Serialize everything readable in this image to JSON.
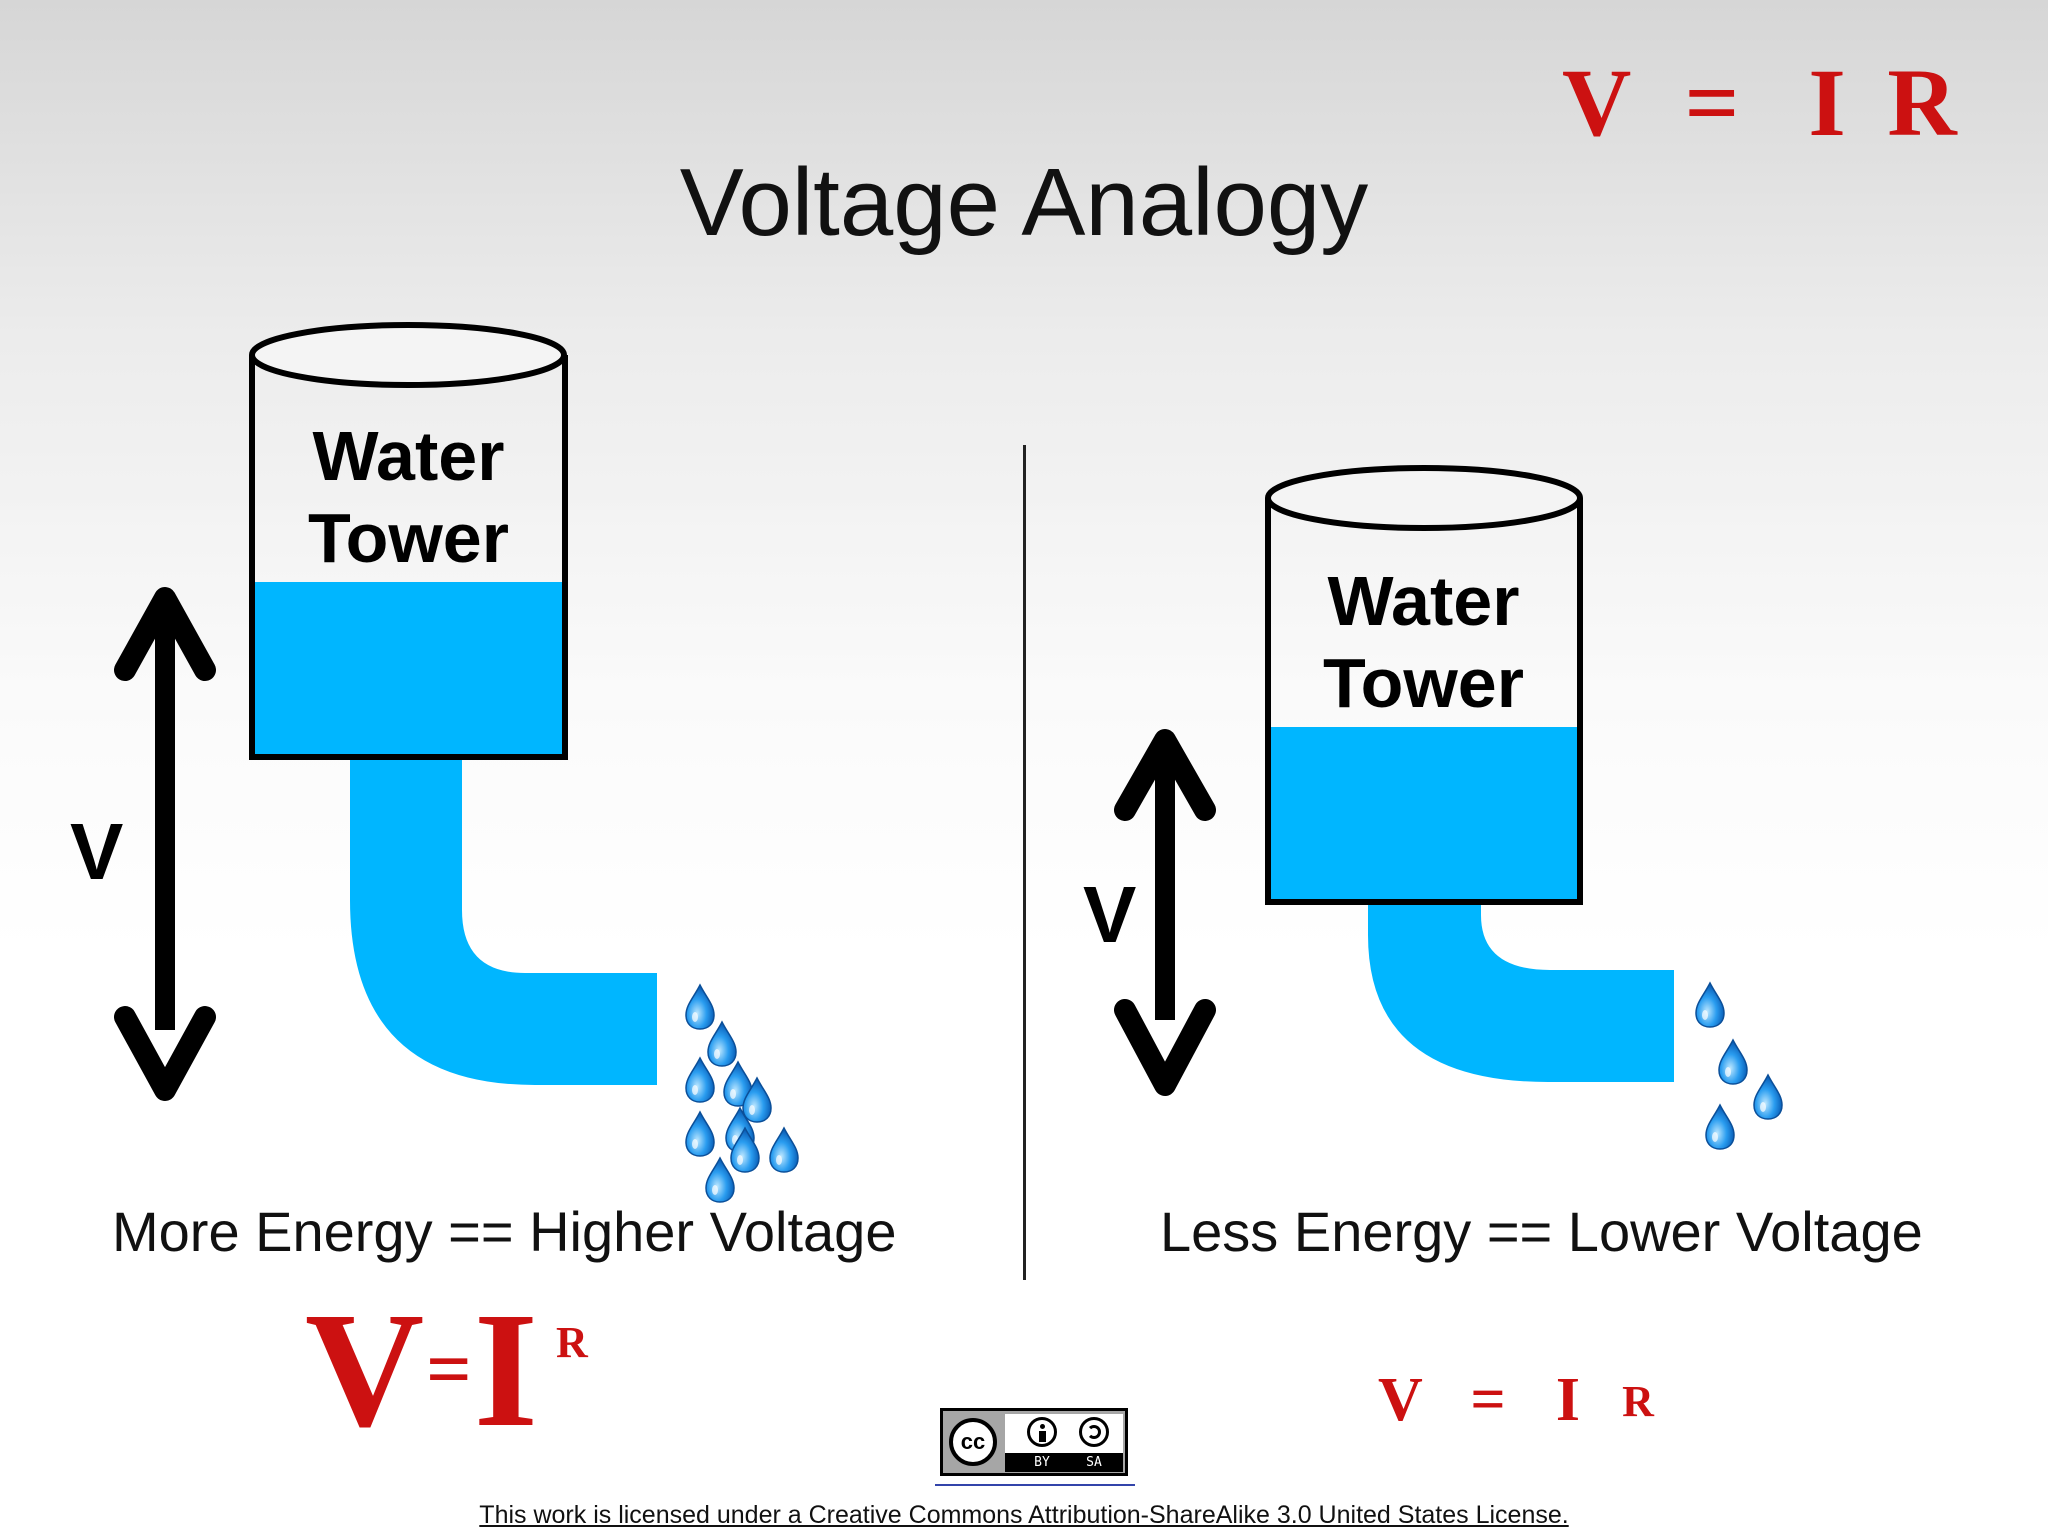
{
  "title": "Voltage Analogy",
  "header_formula": {
    "v": "V",
    "eq": "=",
    "i": "I",
    "r": "R"
  },
  "left_panel": {
    "tower_label_line1": "Water",
    "tower_label_line2": "Tower",
    "arrow_label": "V",
    "caption": "More Energy == Higher Voltage",
    "formula": {
      "v": "V",
      "eq": "=",
      "i": "I",
      "r": "R"
    }
  },
  "right_panel": {
    "tower_label_line1": "Water",
    "tower_label_line2": "Tower",
    "arrow_label": "V",
    "caption": "Less Energy == Lower Voltage",
    "formula": {
      "v": "V",
      "eq": "=",
      "i": "I",
      "r": "R"
    }
  },
  "license": {
    "badge": {
      "cc": "cc",
      "by": "BY",
      "sa": "SA"
    },
    "text": "This work is licensed under a Creative Commons Attribution-ShareAlike 3.0 United States License."
  },
  "colors": {
    "water": "#00b6ff",
    "formula_red": "#cc1111",
    "drop": "#1a8fe0",
    "outline": "#000000"
  },
  "icons": [
    "up-down-arrow-icon",
    "water-drop-icon",
    "creative-commons-icon"
  ]
}
